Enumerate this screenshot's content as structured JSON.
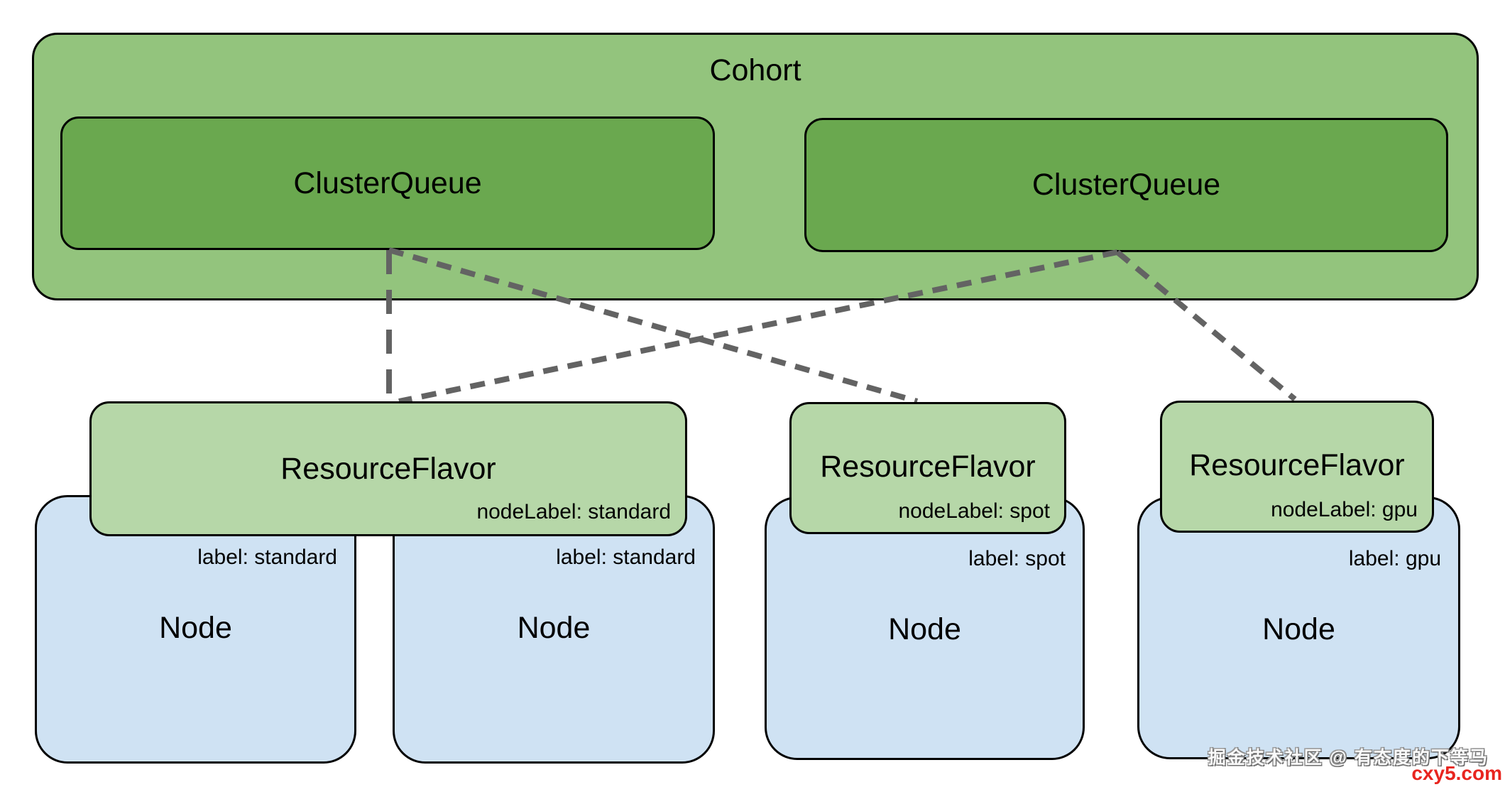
{
  "cohort": {
    "label": "Cohort"
  },
  "cluster_queues": [
    {
      "label": "ClusterQueue"
    },
    {
      "label": "ClusterQueue"
    }
  ],
  "resource_flavors": [
    {
      "label": "ResourceFlavor",
      "node_label": "nodeLabel: standard"
    },
    {
      "label": "ResourceFlavor",
      "node_label": "nodeLabel: spot"
    },
    {
      "label": "ResourceFlavor",
      "node_label": "nodeLabel: gpu"
    }
  ],
  "nodes": [
    {
      "label": "Node",
      "tag": "label: standard"
    },
    {
      "label": "Node",
      "tag": "label: standard"
    },
    {
      "label": "Node",
      "tag": "label: spot"
    },
    {
      "label": "Node",
      "tag": "label: gpu"
    }
  ],
  "connections": [
    {
      "from": "cluster-queue-1",
      "to": "resource-flavor-standard",
      "style": "dashed"
    },
    {
      "from": "cluster-queue-1",
      "to": "resource-flavor-spot",
      "style": "dashed"
    },
    {
      "from": "cluster-queue-2",
      "to": "resource-flavor-standard",
      "style": "dashed"
    },
    {
      "from": "cluster-queue-2",
      "to": "resource-flavor-gpu",
      "style": "dashed"
    }
  ],
  "colors": {
    "cohort": "#93c47d",
    "cluster_queue": "#6aa84f",
    "resource_flavor": "#b6d7a8",
    "node": "#cfe2f3",
    "connector": "#636363",
    "watermark_site": "#e8251f"
  },
  "watermark": {
    "community": "掘金技术社区 @ 有态度的下等马",
    "site": "cxy5.com"
  }
}
